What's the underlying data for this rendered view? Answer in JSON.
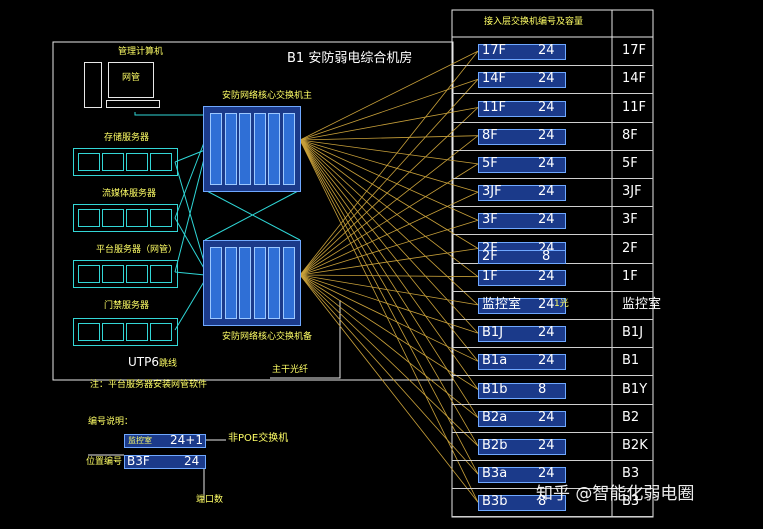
{
  "diagram": {
    "room_title": "B1 安防弱电综合机房",
    "mgmt_pc": {
      "label": "管理计算机",
      "sub": "网管"
    },
    "storage_server": "存储服务器",
    "stream_server": "流媒体服务器",
    "platform_server": "平台服务器（网管）",
    "access_server": "门禁服务器",
    "core_switch_master": "安防网络核心交换机主",
    "core_switch_backup": "安防网络核心交换机备",
    "cable_utp": "UTP6",
    "cable_utp_suffix": "跳线",
    "fiber_label": "主干光纤",
    "note": "注：平台服务器安装网管软件",
    "table_header": "接入层交换机编号及容量",
    "rows": [
      {
        "code": "17F",
        "ports": "24",
        "floor": "17F"
      },
      {
        "code": "14F",
        "ports": "24",
        "floor": "14F"
      },
      {
        "code": "11F",
        "ports": "24",
        "floor": "11F"
      },
      {
        "code": "8F",
        "ports": "24",
        "floor": "8F"
      },
      {
        "code": "5F",
        "ports": "24",
        "floor": "5F"
      },
      {
        "code": "3JF",
        "ports": "24",
        "floor": "3JF"
      },
      {
        "code": "3F",
        "ports": "24",
        "floor": "3F"
      },
      {
        "code": "2F",
        "ports": "24",
        "code2": "2F",
        "ports2": "8",
        "floor": "2F"
      },
      {
        "code": "1F",
        "ports": "24",
        "floor": "1F"
      },
      {
        "code": "监控室",
        "ports": "24",
        "ports_suffix": "1光",
        "floor": "监控室"
      },
      {
        "code": "B1J",
        "ports": "24",
        "floor": "B1J"
      },
      {
        "code": "B1a",
        "ports": "24",
        "floor": "B1"
      },
      {
        "code": "B1b",
        "ports": "8",
        "floor": "B1Y"
      },
      {
        "code": "B2a",
        "ports": "24",
        "floor": "B2"
      },
      {
        "code": "B2b",
        "ports": "24",
        "floor": "B2K"
      },
      {
        "code": "B3a",
        "ports": "24",
        "floor": "B3"
      },
      {
        "code": "B3b",
        "ports": "8",
        "floor": "B3"
      }
    ],
    "legend": {
      "title": "编号说明：",
      "loc_label": "位置编号",
      "sample_loc": "监控室",
      "sample_ports_top": "24+1",
      "sample_code": "B3F",
      "sample_ports": "24",
      "poe_label": "非POE交换机",
      "port_label": "端口数"
    },
    "watermark": "知乎 @智能化弱电圈"
  }
}
